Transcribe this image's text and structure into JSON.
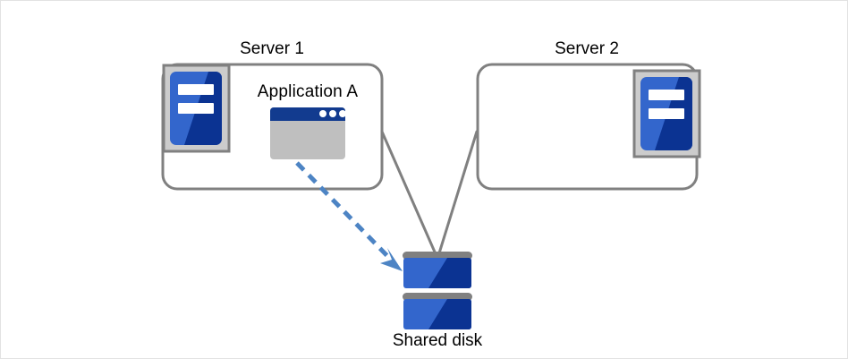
{
  "diagram": {
    "title_present": false,
    "type": "shared-disk-cluster-diagram",
    "nodes": {
      "server1": {
        "label": "Server 1",
        "icon": "server-icon",
        "icon_position": "left",
        "contains_app": true,
        "app": {
          "label": "Application A",
          "icon": "application-window-icon",
          "titlebar_dots": 3
        }
      },
      "server2": {
        "label": "Server 2",
        "icon": "server-icon",
        "icon_position": "right",
        "contains_app": false
      },
      "shared_disk": {
        "label": "Shared disk",
        "icon": "disk-stack-icon",
        "platters": 2
      }
    },
    "connectors": [
      {
        "name": "server1-to-disk",
        "style": "solid",
        "color": "#808080"
      },
      {
        "name": "server2-to-disk",
        "style": "solid",
        "color": "#808080"
      },
      {
        "name": "application-a-to-disk",
        "style": "dashed",
        "color": "#4d84c4",
        "arrow": true
      }
    ]
  },
  "colors": {
    "outline_gray": "#808080",
    "icon_frame_fill": "#cccccc",
    "icon_frame_stroke": "#808080",
    "blue_light": "#3366cc",
    "blue_dark": "#0b3392",
    "titlebar_blue": "#123b8f",
    "window_body": "#bfbfbf",
    "dashed_blue": "#4d84c4",
    "disk_bar_gray": "#808080",
    "page_border": "#e2e2e2",
    "background": "#ffffff",
    "text": "#000000"
  }
}
